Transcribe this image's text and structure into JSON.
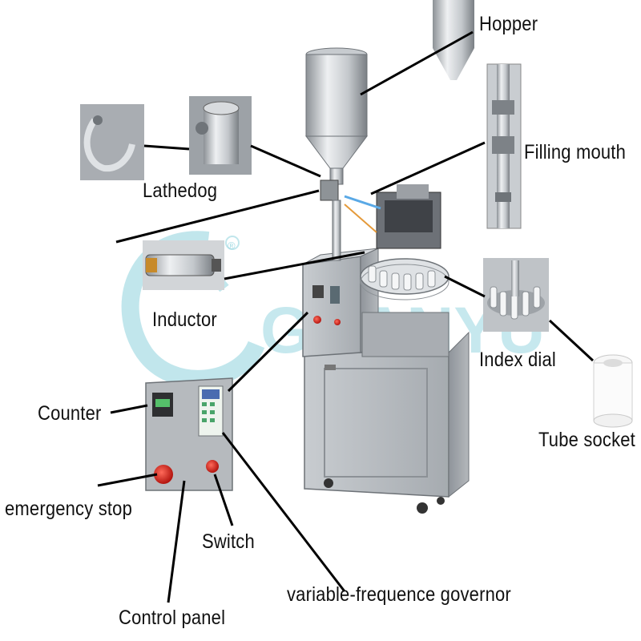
{
  "labels": {
    "hopper": "Hopper",
    "filling_mouth": "Filling mouth",
    "lathedog": "Lathedog",
    "inductor": "Inductor",
    "index_dial": "Index dial",
    "tube_socket": "Tube socket",
    "counter": "Counter",
    "emergency_stop": "emergency stop",
    "switch": "Switch",
    "variable_frequence_governor": "variable-frequence governor",
    "control_panel": "Control panel"
  },
  "watermark": {
    "brand": "GUANYU",
    "registered_mark": "®"
  },
  "colors": {
    "steel_light": "#e4e6e8",
    "steel_mid": "#b9bdc1",
    "steel_dark": "#7d8287",
    "leader_line": "#000000",
    "emergency_red": "#d0221a",
    "watermark_teal": "#8fd3de"
  }
}
